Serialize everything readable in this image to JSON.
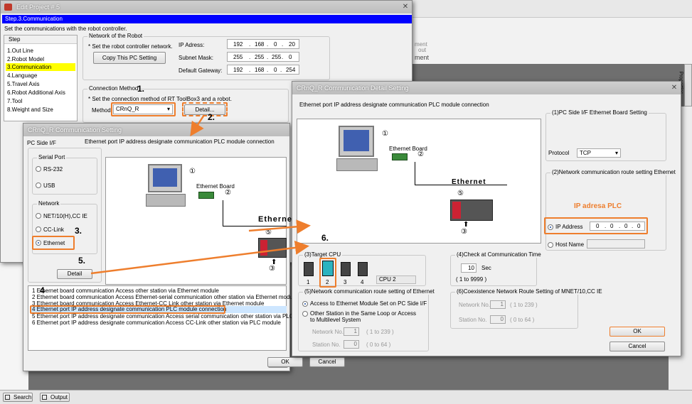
{
  "main_window": {
    "title": "Edit Project # 5",
    "step_header": "Step.3.Communication",
    "step_desc": "Set the communications with the robot controller.",
    "steps_header": "Step",
    "steps": [
      "1.Out Line",
      "2.Robot Model",
      "3.Communication",
      "4.Language",
      "5.Travel Axis",
      "6.Robot Additional Axis",
      "7.Tool",
      "8.Weight and Size"
    ],
    "network_group": "Network of the Robot",
    "network_hint": "* Set the robot controller network.",
    "copy_pc_button": "Copy This PC Setting",
    "ip_label": "IP Adress:",
    "ip": [
      "192",
      "168",
      "0",
      "20"
    ],
    "subnet_label": "Subnet Mask:",
    "subnet": [
      "255",
      "255",
      "255",
      "0"
    ],
    "gateway_label": "Default Gateway:",
    "gateway": [
      "192",
      "168",
      "0",
      "254"
    ],
    "conn_group": "Connection Method",
    "conn_hint": "* Set the connection method of RT ToolBox3 and a robot.",
    "method_label": "Method:",
    "method_value": "CRnQ_R",
    "detail_button": "Detail..."
  },
  "bg_app": {
    "toolbar_text_1": "ment",
    "toolbar_text_2": "out",
    "toolbar_text_3": "ment",
    "properties_tab": "Properties"
  },
  "comm_setting": {
    "title": "CRnQ_R Communication Setting",
    "pc_side": "PC Side I/F",
    "header": "Ethernet port IP address designate communication PLC module connection",
    "serial_group": "Serial Port",
    "rs232": "RS-232",
    "usb": "USB",
    "network_group": "Network",
    "net10": "NET/10(H),CC IE",
    "cclink": "CC-Link",
    "ethernet": "Ethernet",
    "detail_button": "Detail",
    "list": [
      "1 Ethernet board communication Access other station via Ethernet module",
      "2 Ethernet board communication Access Ethernet-serial communication other station via Ethernet module",
      "3 Ethernet board communication Access Ethernet-CC Link other station via Ethernet module",
      "4 Ethernet port IP address designate communication PLC module connection",
      "5 Ethernet port IP address designate communication Access serial communication other station via PLC module",
      "6 Ethernet port IP address designate communication Access CC-Link other station via PLC module"
    ],
    "ok": "OK",
    "cancel": "Cancel",
    "ethernet_label": "Ethernet",
    "board_label": "Ethernet Board"
  },
  "detail": {
    "title": "CRnQ_R Communication Detail Setting",
    "header": "Ethernet port IP address designate communication PLC module connection",
    "board_label": "Ethernet Board",
    "ethernet_label": "Ethernet",
    "g1": "(1)PC Side I/F Ethernet Board Setting",
    "protocol_label": "Protocol",
    "protocol_value": "TCP",
    "g2": "(2)Network communication route setting Ethernet",
    "ip_label": "IP Address",
    "ip": [
      "0",
      "0",
      "0",
      "0"
    ],
    "host_label": "Host Name",
    "g3": "(3)Target CPU",
    "cpu_nums": [
      "1",
      "2",
      "3",
      "4"
    ],
    "cpu_label": "CPU 2",
    "g4": "(4)Check at Communication Time",
    "time_value": "10",
    "sec": "Sec",
    "range": "( 1 to 9999 )",
    "g5": "(5)Network communication route setting of Ethernet",
    "opt1": "Access to Ethernet Module Set on PC Side I/F",
    "opt2": "Other Station in the Same Loop or Access to Multilevel System",
    "netno": "Network No.",
    "netno_val": "1",
    "netno_range": "( 1 to 239 )",
    "stno": "Station No.",
    "stno_val": "0",
    "stno_range": "( 0 to 64 )",
    "g6": "(6)Coexistence Network Route Setting of MNET/10,CC IE",
    "netno2_val": "1",
    "netno2_range": "( 1 to 239 )",
    "stno2_val": "0",
    "stno2_range": "( 0 to 64 )",
    "ok": "OK",
    "cancel": "Cancel"
  },
  "annotations": {
    "ip_plc": "IP adresa PLC",
    "n1": "1.",
    "n2": "2.",
    "n3": "3.",
    "n4": "4",
    "n5": "5.",
    "n6": "6."
  },
  "statusbar": {
    "search": "Search",
    "output": "Output"
  },
  "colors": {
    "orange": "#ee7e2d",
    "selection": "#ffff00",
    "title_blue": "#0000ff"
  }
}
